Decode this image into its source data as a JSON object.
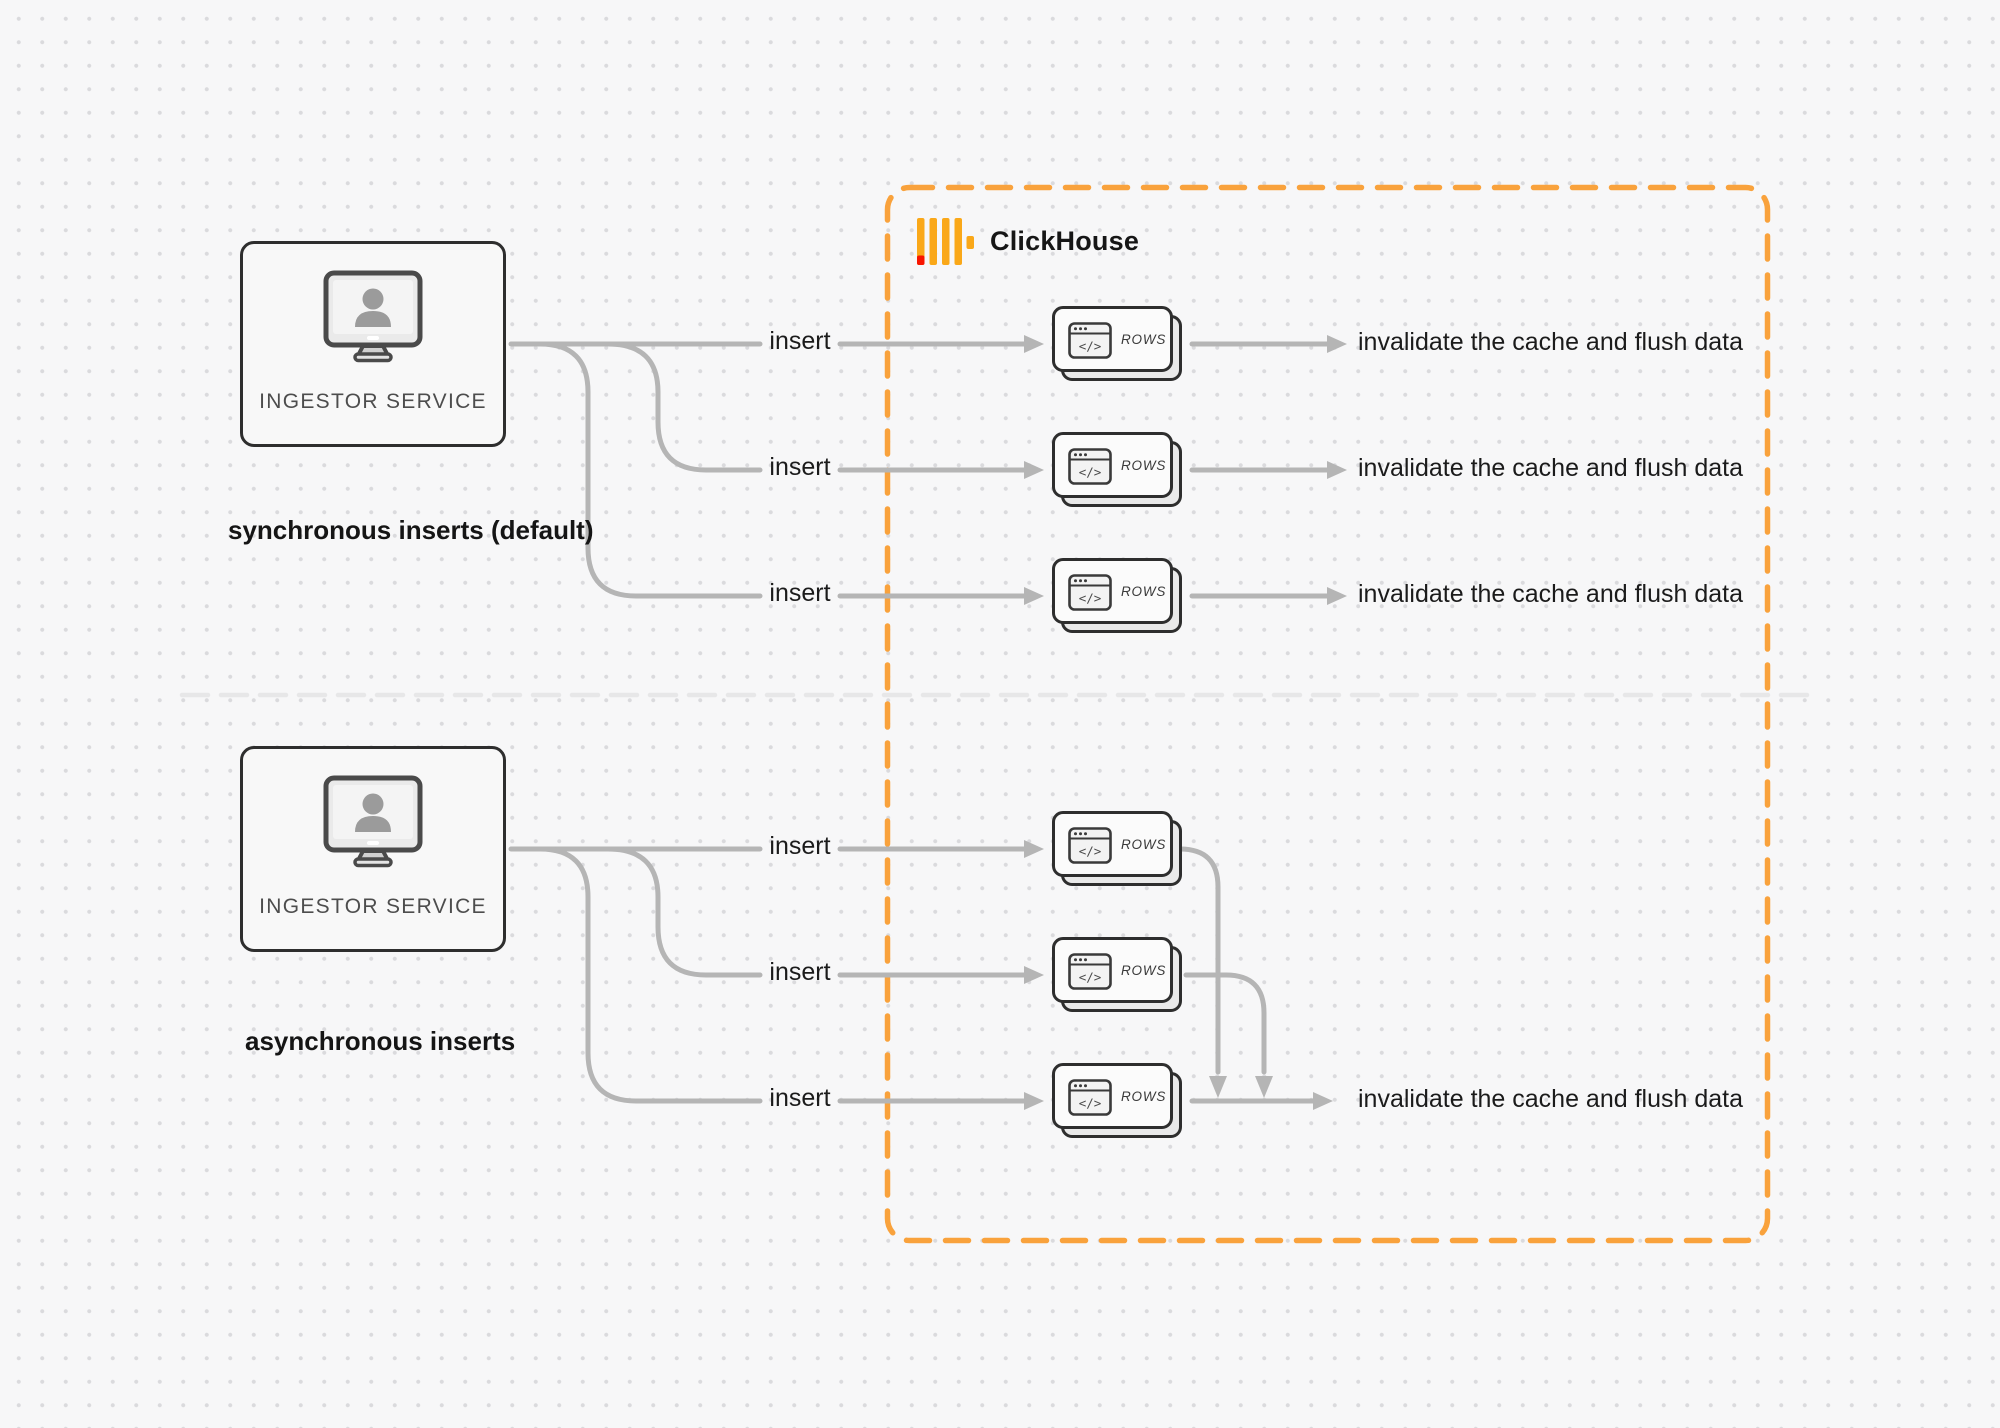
{
  "colors": {
    "bg": "#f7f7f8",
    "dot": "#dadadd",
    "line": "#b5b5b5",
    "ink": "#1b1b1b",
    "muted": "#4d4d4d",
    "border": "#2e2e2e",
    "box-fill": "#f8f8f8",
    "card-fill": "#fbfbfb",
    "card-back": "#e9e9e9",
    "accent-orange": "#f9a23c",
    "logo-yellow": "#faa819",
    "logo-red": "#f81500",
    "divider": "#e7e7e8",
    "icon-gray": "#9b9b9b"
  },
  "brand": {
    "name": "ClickHouse"
  },
  "icons": {
    "code_glyph": "</>"
  },
  "sync": {
    "section_label": "synchronous inserts (default)",
    "service_label": "INGESTOR SERVICE",
    "rows": [
      {
        "insert": "insert",
        "card": "ROWS",
        "result": "invalidate the cache and flush data"
      },
      {
        "insert": "insert",
        "card": "ROWS",
        "result": "invalidate the cache and flush data"
      },
      {
        "insert": "insert",
        "card": "ROWS",
        "result": "invalidate the cache and flush data"
      }
    ]
  },
  "async": {
    "section_label": "asynchronous inserts",
    "service_label": "INGESTOR SERVICE",
    "rows": [
      {
        "insert": "insert",
        "card": "ROWS"
      },
      {
        "insert": "insert",
        "card": "ROWS"
      },
      {
        "insert": "insert",
        "card": "ROWS"
      }
    ],
    "result": "invalidate the cache and flush data"
  }
}
